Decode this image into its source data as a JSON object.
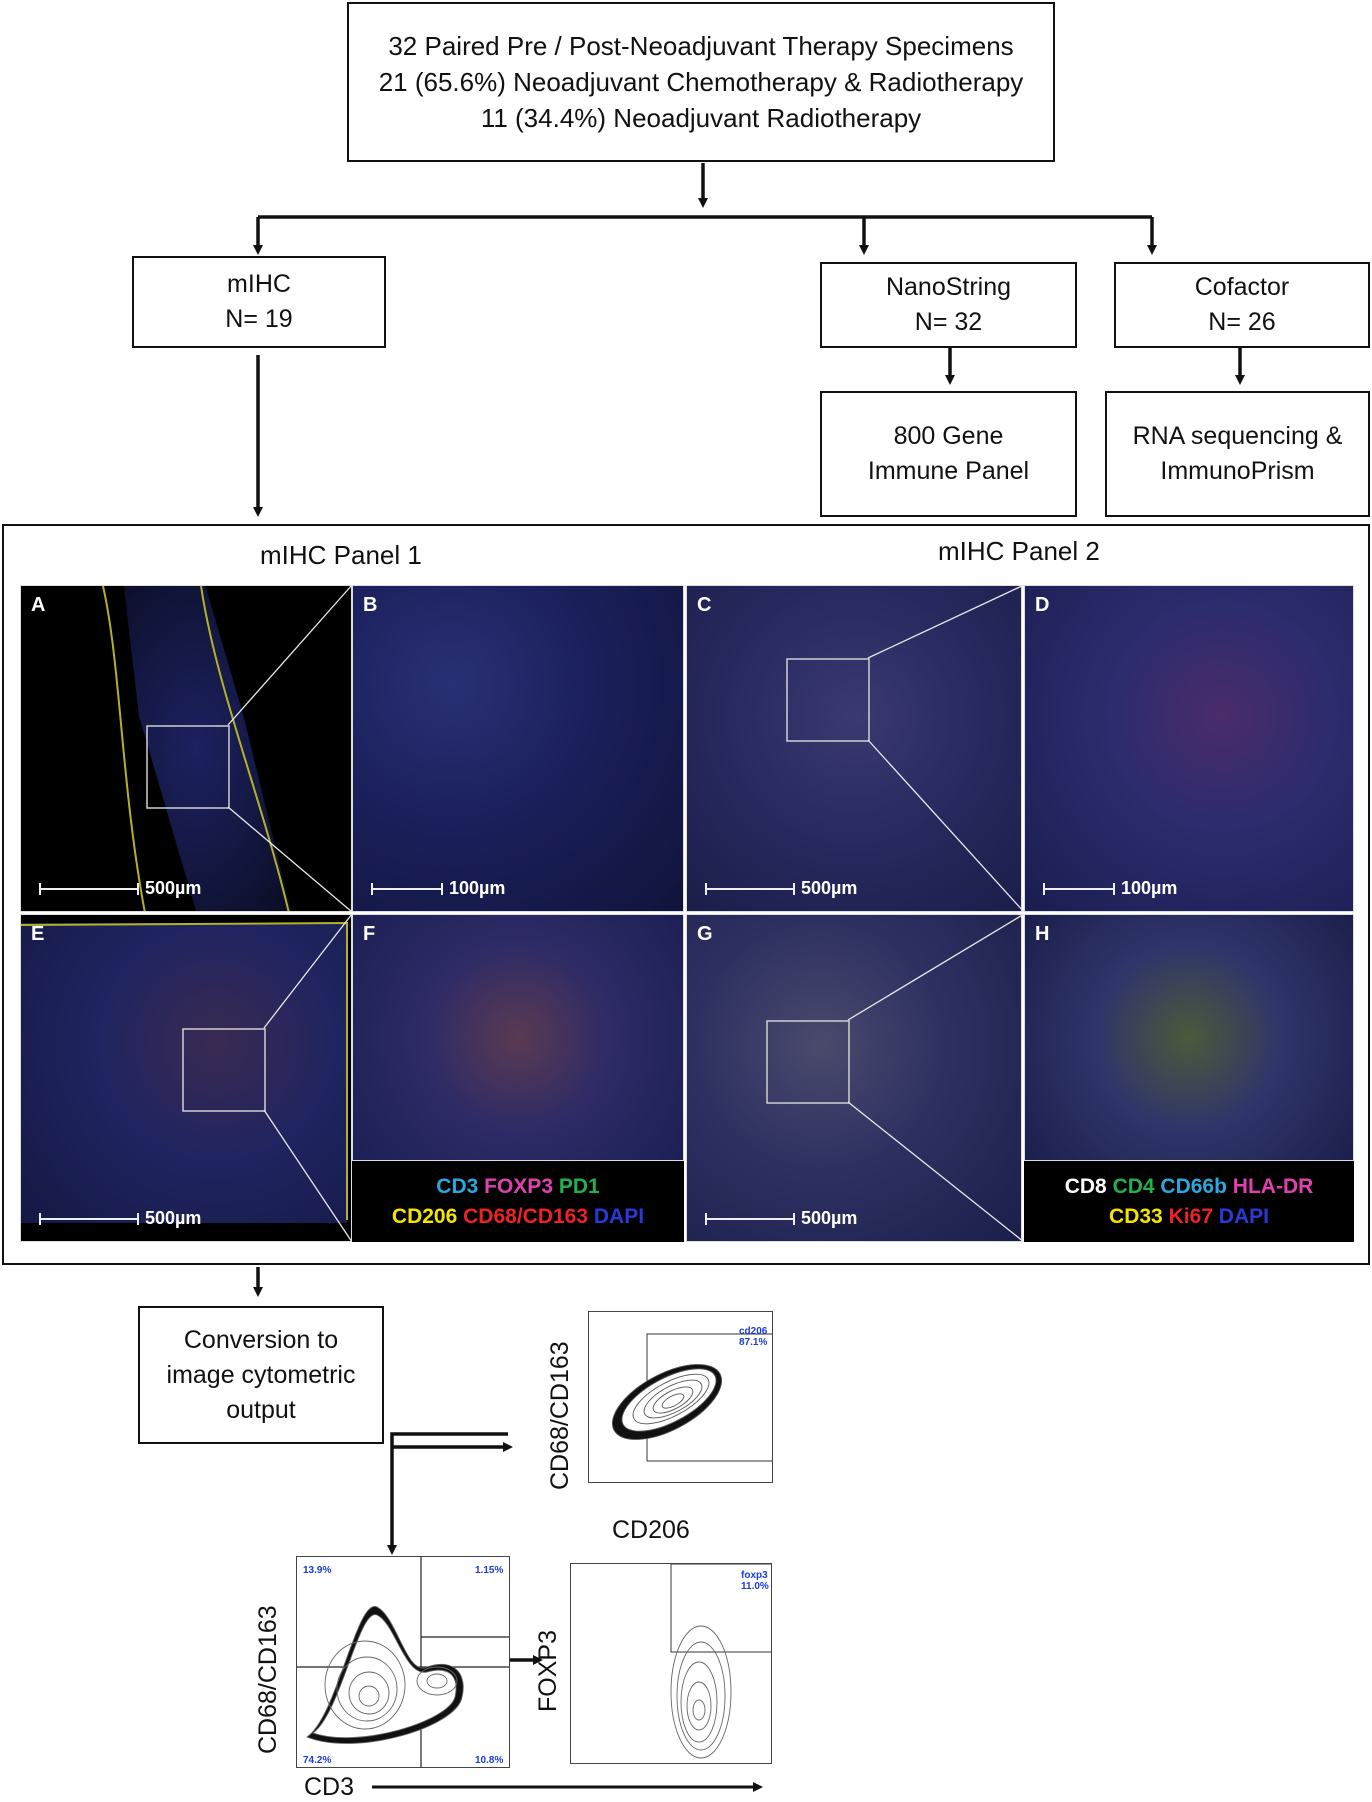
{
  "top": {
    "line1": "32 Paired Pre / Post-Neoadjuvant Therapy Specimens",
    "line2": "21 (65.6%) Neoadjuvant Chemotherapy & Radiotherapy",
    "line3": "11 (34.4%) Neoadjuvant Radiotherapy"
  },
  "mihc": {
    "name": "mIHC",
    "n": "N= 19"
  },
  "nanostring": {
    "name": "NanoString",
    "n": "N= 32",
    "detail1": "800 Gene",
    "detail2": "Immune Panel"
  },
  "cofactor": {
    "name": "Cofactor",
    "n": "N= 26",
    "detail1": "RNA sequencing &",
    "detail2": "ImmunoPrism"
  },
  "panels": {
    "panel1_title": "mIHC Panel 1",
    "panel2_title": "mIHC Panel 2",
    "tiles": [
      {
        "letter": "A",
        "scale": "500µm"
      },
      {
        "letter": "B",
        "scale": "100µm"
      },
      {
        "letter": "C",
        "scale": "500µm"
      },
      {
        "letter": "D",
        "scale": "100µm"
      },
      {
        "letter": "E",
        "scale": "500µm"
      },
      {
        "letter": "F",
        "scale": ""
      },
      {
        "letter": "G",
        "scale": "500µm"
      },
      {
        "letter": "H",
        "scale": ""
      }
    ],
    "legend1": {
      "row1": [
        {
          "text": "CD3",
          "color": "#29a8e0"
        },
        {
          "text": "FOXP3",
          "color": "#e040b0"
        },
        {
          "text": "PD1",
          "color": "#22b24c"
        }
      ],
      "row2": [
        {
          "text": "CD206",
          "color": "#f5e400"
        },
        {
          "text": "CD68/CD163",
          "color": "#ee2222"
        },
        {
          "text": "DAPI",
          "color": "#2a3ad8"
        }
      ]
    },
    "legend2": {
      "row1": [
        {
          "text": "CD8",
          "color": "#ffffff"
        },
        {
          "text": "CD4",
          "color": "#22b24c"
        },
        {
          "text": "CD66b",
          "color": "#29a8e0"
        },
        {
          "text": "HLA-DR",
          "color": "#e040b0"
        }
      ],
      "row2": [
        {
          "text": "CD33",
          "color": "#f5e400"
        },
        {
          "text": "Ki67",
          "color": "#ee2222"
        },
        {
          "text": "DAPI",
          "color": "#2a3ad8"
        }
      ]
    }
  },
  "conversion": {
    "line1": "Conversion to",
    "line2": "image cytometric",
    "line3": "output"
  },
  "plots": {
    "cd206_plot": {
      "ylabel": "CD68/CD163",
      "xlabel": "CD206",
      "gate_name": "cd206",
      "gate_value": "87.1%"
    },
    "cd3_plot": {
      "ylabel": "CD68/CD163",
      "xlabel": "CD3",
      "q_tl": "13.9%",
      "q_tr": "1.15%",
      "q_bl": "74.2%",
      "q_br": "10.8%"
    },
    "foxp3_plot": {
      "ylabel": "FOXP3",
      "gate_name": "foxp3",
      "gate_value": "11.0%"
    }
  }
}
